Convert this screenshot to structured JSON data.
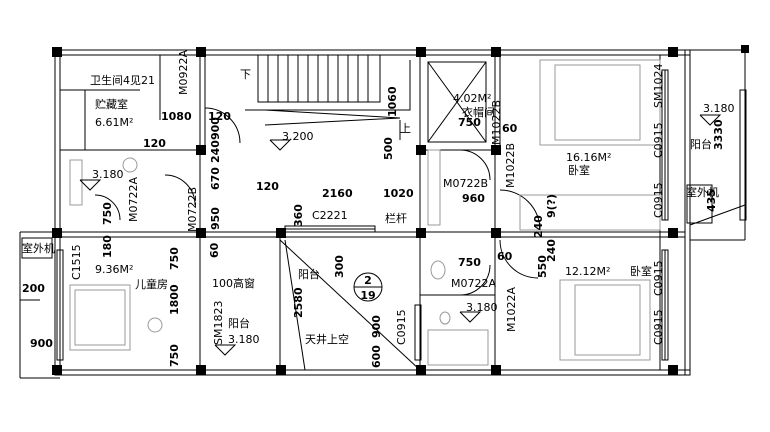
{
  "rooms": {
    "bath1_title": "卫生间4见21",
    "storage": "贮藏室",
    "storage_area": "6.61M²",
    "closet_area": "4.02M²",
    "closet": "衣帽间",
    "bed1_area": "16.16M²",
    "bed1": "卧室",
    "child_area": "9.36M²",
    "child": "儿童房",
    "bed2_area": "12.12M²",
    "bed2": "卧室",
    "balcony1": "阳台",
    "balcony2": "阳台",
    "balcony3": "阳台",
    "courtyard": "天井上空",
    "outdoor_unit1": "室外机",
    "outdoor_unit2": "室外机",
    "railing": "栏杆",
    "downstair": "下",
    "upstair": "上",
    "high_window": "100高窗"
  },
  "codes": {
    "m0922a": "M0922A",
    "sm1024": "SM1024",
    "m0722b1": "M0722B",
    "m0722b2": "M0722B",
    "m1022b1": "M1022B",
    "m1022b2": "M1022B",
    "m0722a1": "M0722A",
    "m0722a2": "M0722A",
    "m1022a": "M1022A",
    "c0915_1": "C0915",
    "c0915_2": "C0915",
    "c0915_3": "C0915",
    "c0915_4": "C0915",
    "c0915_5": "C0915",
    "c1515": "C1515",
    "c2221": "C2221",
    "sm1823": "SM1823"
  },
  "dims": {
    "d1080": "1080",
    "d120a": "120",
    "d120b": "120",
    "d240": "240",
    "d900a": "900",
    "d670": "670",
    "d950": "950",
    "d120c": "120",
    "d2160": "2160",
    "d1020": "1020",
    "d1060": "1060",
    "d500": "500",
    "d750a": "750",
    "d60a": "60",
    "d960": "960",
    "d3330": "3330",
    "d750b": "750",
    "d180": "180",
    "d60b": "60",
    "d750c": "750",
    "d1800": "1800",
    "d750d": "750",
    "d360": "360",
    "d300": "300",
    "d2580": "2580",
    "d900b": "900",
    "d600": "600",
    "d750e": "750",
    "d60c": "60",
    "d240b": "240",
    "d240c": "240",
    "d550": "550",
    "d200": "200",
    "d900c": "900",
    "d435": "435",
    "d9x": "9(?)"
  },
  "levels": {
    "l3200": "3.200",
    "l3180a": "3.180",
    "l3180b": "3.180",
    "l3180c": "3.180",
    "l3180d": "3.180"
  },
  "index": {
    "top": "2",
    "bottom": "19"
  }
}
